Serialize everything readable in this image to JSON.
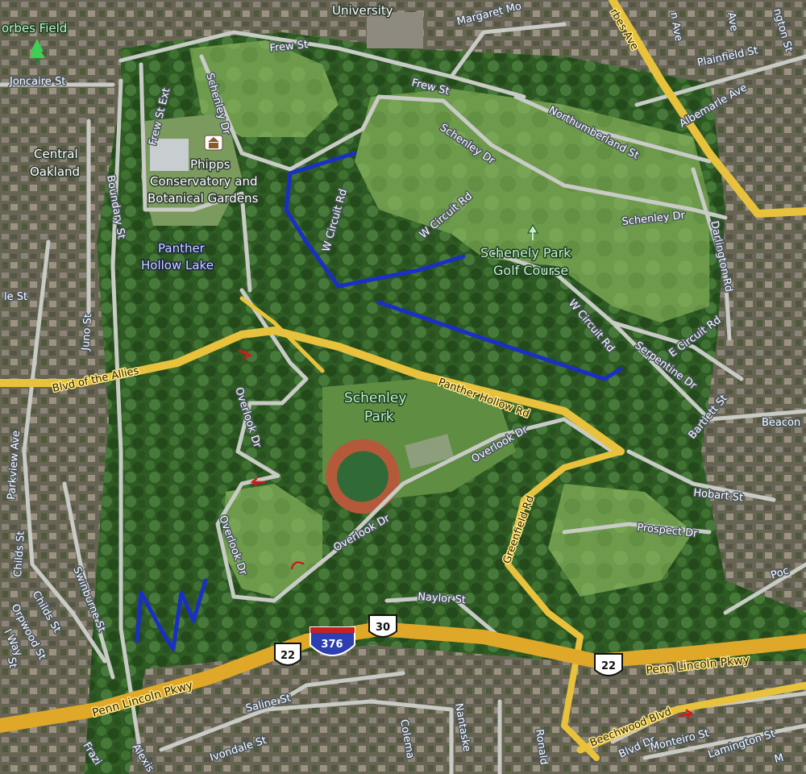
{
  "colors": {
    "forest": "#2f5a24",
    "lawn": "#6f9a4c",
    "urban": "#6a6656",
    "major_road": "#e8c23c",
    "highway": "#e0a828",
    "minor_road": "#c9ccc8",
    "trail": "#1a2fc4",
    "oneway_arrow": "#d01a1a"
  },
  "labels": {
    "places": {
      "university": "University",
      "forbes_field": "orbes Field",
      "central_oakland_1": "Central",
      "central_oakland_2": "Oakland",
      "phipps_1": "Phipps",
      "phipps_2": "Conservatory and",
      "phipps_3": "Botanical Gardens",
      "panther_lake_1": "Panther",
      "panther_lake_2": "Hollow Lake",
      "golf_1": "Schenely Park",
      "golf_2": "Golf Course",
      "park_1": "Schenley",
      "park_2": "Park"
    },
    "streets": {
      "frew_1": "Frew St",
      "frew_2": "Frew St",
      "frew_ext": "Frew St Ext",
      "margaret": "Margaret Mo",
      "joncaire": "Joncaire St",
      "schenley_dr_1": "Schenley Dr",
      "schenley_dr_2": "Schenley Dr",
      "schenley_dr_3": "Schenley Dr",
      "w_circuit_1": "W Circuit Rd",
      "w_circuit_2": "W Circuit Rd",
      "w_circuit_3": "W Circuit Rd",
      "e_circuit": "E Circuit Rd",
      "northumberland": "Northumberland St",
      "albemarle": "Albemarle Ave",
      "plainfield": "Plainfield St",
      "darlington": "Darlington Rd",
      "boundary": "Boundary St",
      "juno": "Juno St",
      "parkview": "Parkview Ave",
      "childs_1": "Childs St",
      "childs_2": "Childs St",
      "orpwood": "Orpwood St",
      "swinburne": "Swinburne St",
      "overlook_1": "Overlook Dr",
      "overlook_2": "Overlook Dr",
      "overlook_3": "Overlook Dr",
      "overlook_4": "Overlook Dr",
      "serpentine": "Serpentine Dr",
      "bartlett": "Bartlett St",
      "beacon": "Beacon",
      "hobart": "Hobart St",
      "prospect": "Prospect Dr",
      "naylor": "Naylor St",
      "saline": "Saline St",
      "ivondale": "Ivondale St",
      "alexis": "Alexis",
      "frazier": "Frazi",
      "coleman": "Colema",
      "nantasket": "Nantaske",
      "ronald": "Ronald",
      "blvd_dr": "Blvd Dr",
      "monteiro": "Monteiro St",
      "lamington": "Lamington St",
      "poc": "Poc",
      "way": "l Way",
      "st_frag": "St",
      "le_frag": "le St",
      "ave_frag_1": "n Ave",
      "ave_frag_2": "Ave",
      "ington": "ngton St",
      "m_frag": "M"
    },
    "major_roads": {
      "forbes": "rbes Ave",
      "blvd_allies": "Blvd of the Allies",
      "panther_hollow": "Panther Hollow Rd",
      "greenfield": "Greenfield Rd",
      "penn_lincoln_1": "Penn Lincoln Pkwy",
      "penn_lincoln_2": "Penn Lincoln Pkwy",
      "beechwood": "Beechwood Blvd"
    },
    "shields": {
      "us22_a": "22",
      "us22_b": "22",
      "i376": "376",
      "us30": "30"
    }
  }
}
